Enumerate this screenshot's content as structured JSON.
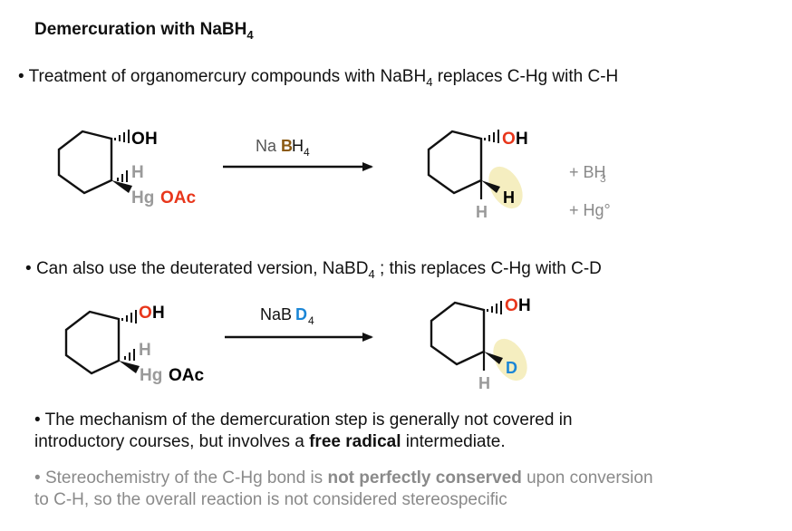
{
  "title": {
    "main": "Demercuration with NaBH",
    "sub": "4"
  },
  "bullet1": {
    "dot": "•",
    "text_a": "Treatment of organomercury compounds with NaBH",
    "sub": "4",
    "text_b": " replaces C-Hg with C-H"
  },
  "reaction1": {
    "reactant": {
      "oh_o": "O",
      "oh_h": "H",
      "h_label": "H",
      "hg": "Hg",
      "oac": "OAc"
    },
    "reagent": {
      "na": "Na",
      "b": "B",
      "h": "H",
      "sub": "4"
    },
    "product": {
      "oh_o": "O",
      "oh_h": "H",
      "h_down": "H",
      "h_new": "H"
    },
    "byproduct1": {
      "text": "+ BH",
      "sub": "3"
    },
    "byproduct2": {
      "text": "+ Hg°"
    }
  },
  "bullet2": {
    "dot": "•",
    "text_a": "Can also use the deuterated version, NaBD",
    "sub": "4",
    "text_b": " ; this replaces C-Hg with C-D"
  },
  "reaction2": {
    "reactant": {
      "oh_o": "O",
      "oh_h": "H",
      "h_label": "H",
      "hg": "Hg",
      "oac": "OAc"
    },
    "reagent": {
      "na": "NaB",
      "d": "D",
      "sub": "4"
    },
    "product": {
      "oh_o": "O",
      "oh_h": "H",
      "h_down": "H",
      "d_new": "D"
    }
  },
  "bullet3": {
    "dot": "•",
    "line1": "The mechanism of the demercuration step is generally not covered in",
    "line2_a": "introductory courses, but involves a ",
    "line2_bold": "free radical",
    "line2_b": " intermediate."
  },
  "bullet4": {
    "dot": "•",
    "line1_a": "Stereochemistry of the C-Hg bond is ",
    "line1_bold": "not perfectly conserved",
    "line1_b": " upon conversion",
    "line2": "to C-H, so the overall reaction is not considered stereospecific"
  },
  "colors": {
    "oxygen": "#e8361b",
    "mercury": "#9a9a9a",
    "boron": "#8b5a12",
    "deuterium": "#1b86d6",
    "highlight": "#f3eab0",
    "grey_text": "#8a8a8a"
  }
}
